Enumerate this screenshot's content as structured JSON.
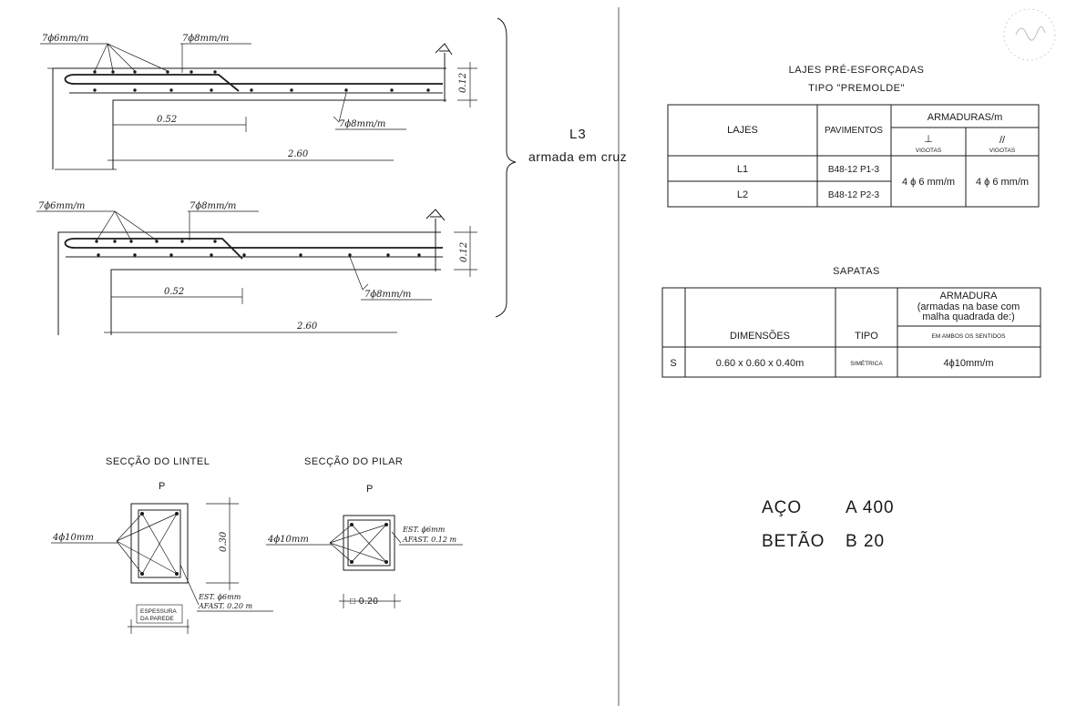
{
  "slab_sections": {
    "top": {
      "label_bars_left": "7ϕ6mm/m",
      "label_bars_top": "7ϕ8mm/m",
      "label_bars_bottom": "7ϕ8mm/m",
      "dim_thickness": "0.12",
      "dim_short": "0.52",
      "dim_long": "2.60"
    },
    "bottom": {
      "label_bars_left": "7ϕ6mm/m",
      "label_bars_top": "7ϕ8mm/m",
      "label_bars_bottom": "7ϕ8mm/m",
      "dim_thickness": "0.12",
      "dim_short": "0.52",
      "dim_long": "2.60"
    },
    "slab_id": "L3",
    "slab_note": "armada em cruz"
  },
  "lintel": {
    "title": "SECÇÃO DO LINTEL",
    "mark": "P",
    "bars": "4ϕ10mm",
    "height": "0.30",
    "stirrups": "EST. ϕ6mm",
    "spacing": "AFAST. 0.20 m",
    "wall_label_1": "ESPESSURA",
    "wall_label_2": "DA PAREDE"
  },
  "pillar": {
    "title": "SECÇÃO DO PILAR",
    "mark": "P",
    "bars": "4ϕ10mm",
    "stirrups": "EST. ϕ6mm",
    "spacing": "AFAST. 0.12 m",
    "side": "□ 0.20"
  },
  "slabs_table": {
    "title": "LAJES  PRÉ-ESFORÇADAS",
    "subtitle": "TIPO  \"PREMOLDE\"",
    "col_lajes": "LAJES",
    "col_pavimentos": "PAVIMENTOS",
    "col_armaduras": "ARMADURAS/m",
    "sub_perp_symbol": "⊥",
    "sub_perp_label": "VIGOTAS",
    "sub_par_symbol": "//",
    "sub_par_label": "VIGOTAS",
    "rows": [
      {
        "laje": "L1",
        "pavimento": "B48-12 P1-3"
      },
      {
        "laje": "L2",
        "pavimento": "B48-12 P2-3"
      }
    ],
    "armadura_perp": "4 ϕ 6 mm/m",
    "armadura_par": "4 ϕ 6 mm/m"
  },
  "footings_table": {
    "title": "SAPATAS",
    "col_dimensoes": "DIMENSÕES",
    "col_tipo": "TIPO",
    "col_armadura": "ARMADURA",
    "col_armadura_note_1": "(armadas na base com",
    "col_armadura_note_2": "malha quadrada de:)",
    "col_armadura_sub": "EM AMBOS OS SENTIDOS",
    "row": {
      "mark": "S",
      "dimensoes": "0.60 x 0.60 x 0.40m",
      "tipo": "SIMÉTRICA",
      "armadura": "4ϕ10mm/m"
    }
  },
  "materials": {
    "steel_label": "AÇO",
    "steel_value": "A 400",
    "concrete_label": "BETÃO",
    "concrete_value": "B 20"
  }
}
